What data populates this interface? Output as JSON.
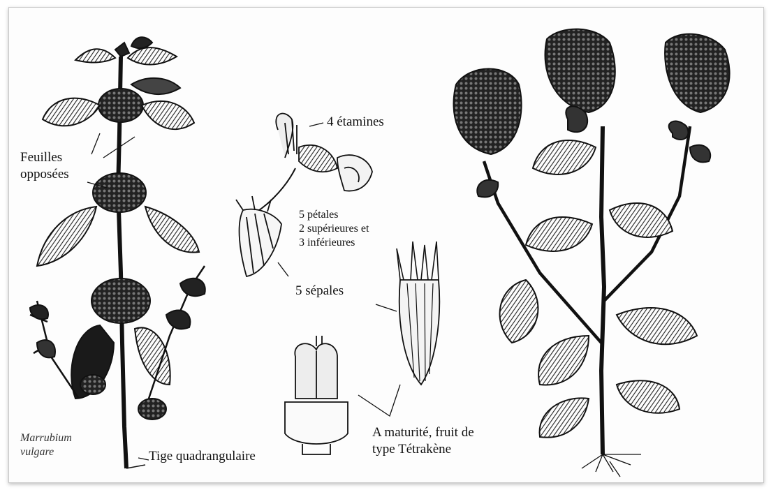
{
  "labels": {
    "feuilles_line1": "Feuilles",
    "feuilles_line2": "opposées",
    "etamines": "4 étamines",
    "petales_line1": "5 pétales",
    "petales_line2": "2 supérieures et",
    "petales_line3": "3 inférieures",
    "sepales": "5 sépales",
    "species_line1": "Marrubium",
    "species_line2": "vulgare",
    "tige": "Tige quadrangulaire",
    "fruit_line1": "A maturité, fruit de",
    "fruit_line2": "type Tétrakène"
  },
  "colors": {
    "ink": "#111111",
    "paper": "#fdfdfd",
    "shade": "#3a3a3a"
  }
}
